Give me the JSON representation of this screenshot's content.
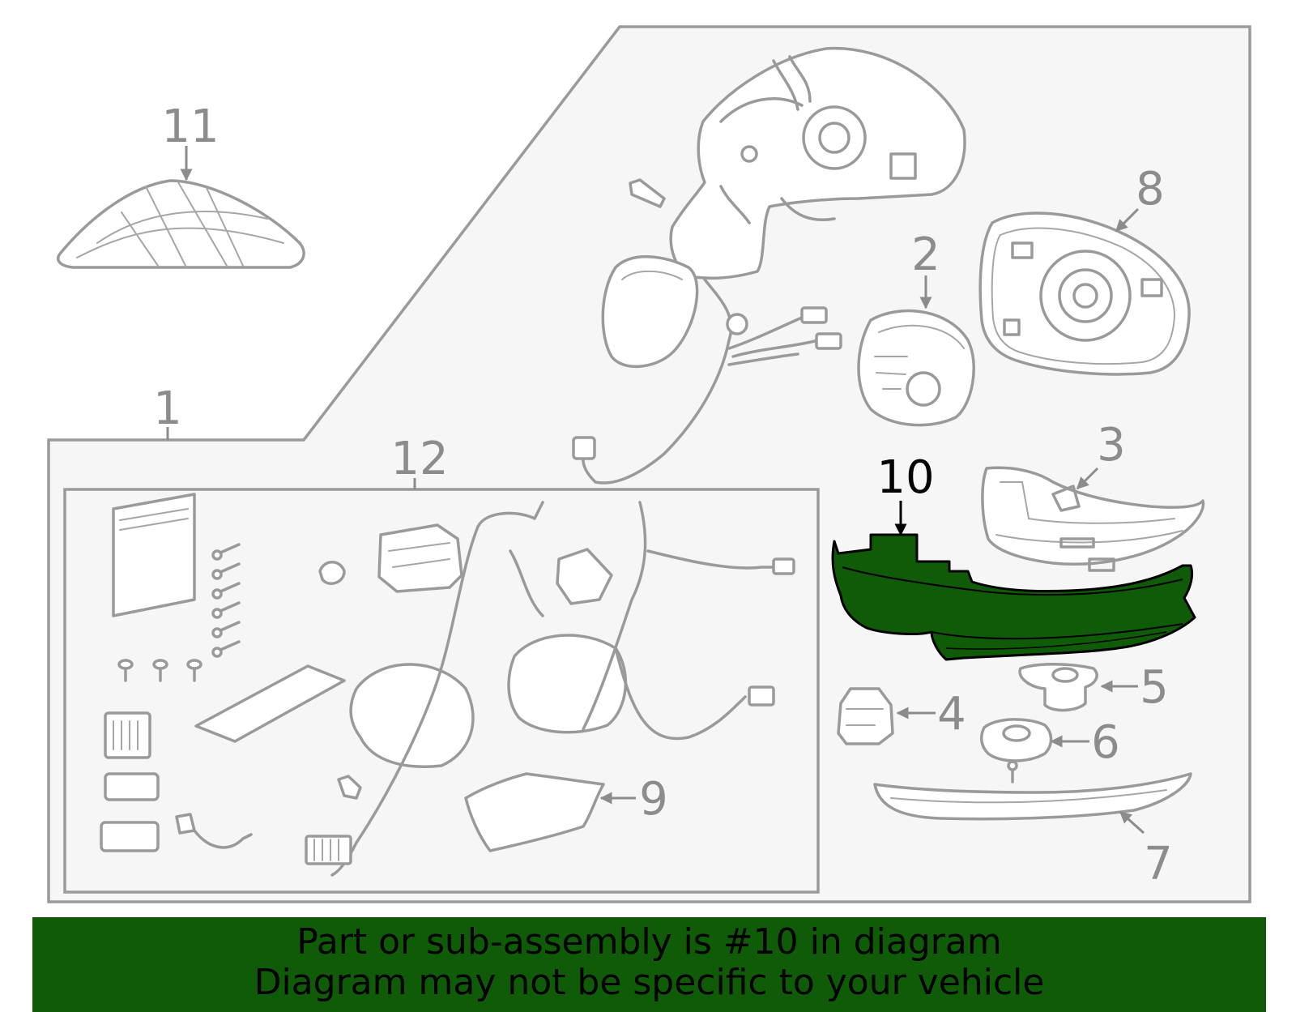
{
  "diagram": {
    "callouts": {
      "c1": "1",
      "c2": "2",
      "c3": "3",
      "c4": "4",
      "c5": "5",
      "c6": "6",
      "c7": "7",
      "c8": "8",
      "c9": "9",
      "c10": "10",
      "c11": "11",
      "c12": "12"
    },
    "highlighted_part": "10",
    "colors": {
      "highlight_fill": "#0f5b07",
      "line": "#9a9a9a",
      "panel_bg": "#f6f6f6",
      "footer_bg": "#0f5b07"
    }
  },
  "footer": {
    "line1": "Part or sub-assembly is #10 in diagram",
    "line2": "Diagram may not be specific to your vehicle"
  }
}
